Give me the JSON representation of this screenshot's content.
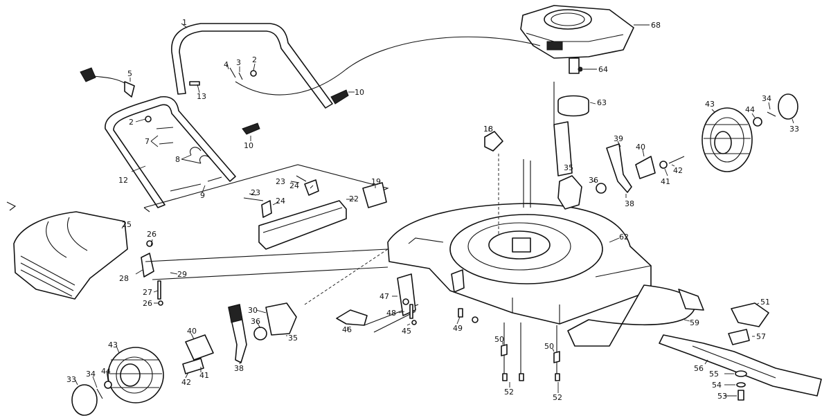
{
  "callouts": {
    "c1": "1",
    "c2a": "2",
    "c2b": "2",
    "c3": "3",
    "c4": "4",
    "c5": "5",
    "c7": "7",
    "c8": "8",
    "c9": "9",
    "c10a": "10",
    "c10b": "10",
    "c12": "12",
    "c13": "13",
    "c18": "18",
    "c19": "19",
    "c22": "22",
    "c23a": "23",
    "c23b": "23",
    "c24a": "24",
    "c24b": "24",
    "c25": "25",
    "c26a": "26",
    "c26b": "26",
    "c27": "27",
    "c28": "28",
    "c29": "29",
    "c30": "30",
    "c33a": "33",
    "c33b": "33",
    "c34a": "34",
    "c34b": "34",
    "c35a": "35",
    "c35b": "35",
    "c36a": "36",
    "c36b": "36",
    "c38a": "38",
    "c38b": "38",
    "c39": "39",
    "c40a": "40",
    "c40b": "40",
    "c41a": "41",
    "c41b": "41",
    "c42a": "42",
    "c42b": "42",
    "c43a": "43",
    "c43b": "43",
    "c44a": "44",
    "c44b": "44",
    "c45": "45",
    "c46": "46",
    "c47": "47",
    "c48": "48",
    "c49": "49",
    "c50a": "50",
    "c50b": "50",
    "c51": "51",
    "c52a": "52",
    "c52b": "52",
    "c53": "53",
    "c54": "54",
    "c55": "55",
    "c56": "56",
    "c57": "57",
    "c59": "59",
    "c62": "62",
    "c63": "63",
    "c64": "64",
    "c68": "68"
  }
}
